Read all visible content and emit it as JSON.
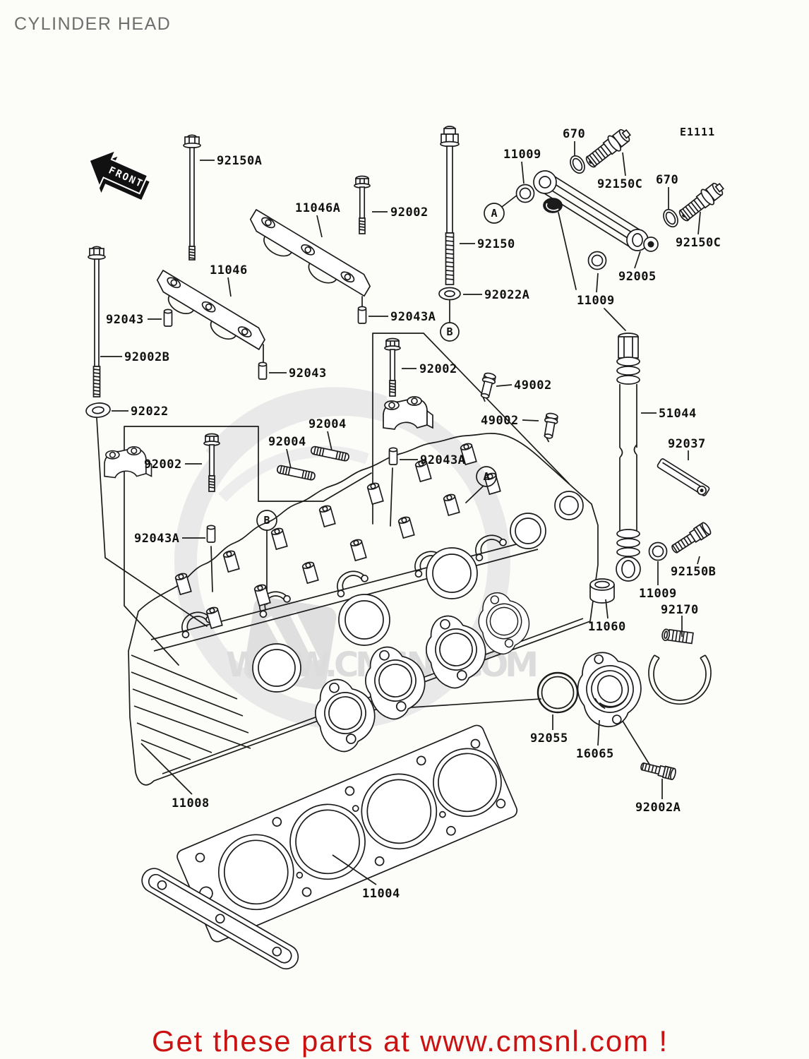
{
  "title": "CYLINDER HEAD",
  "diagram_code": "E1111",
  "front_marker": "FRONT",
  "watermark": {
    "text": "WWW.CMSNL.COM"
  },
  "footer": {
    "text": "Get these parts at www.cmsnl.com !",
    "color": "#cb1212"
  },
  "colors": {
    "background": "#fcfcf9",
    "line": "#1b1b1b",
    "title": "#6e6e6e",
    "watermark": "#dcdcdc",
    "footer_red": "#cb1212"
  },
  "callouts": [
    {
      "letter": "A"
    },
    {
      "letter": "B"
    },
    {
      "letter": "A"
    },
    {
      "letter": "B"
    }
  ],
  "labels": [
    {
      "id": "92150A",
      "text": "92150A"
    },
    {
      "id": "11046A",
      "text": "11046A"
    },
    {
      "id": "92002-a",
      "text": "92002"
    },
    {
      "id": "11009-a",
      "text": "11009"
    },
    {
      "id": "670-a",
      "text": "670"
    },
    {
      "id": "92150C-a",
      "text": "92150C"
    },
    {
      "id": "670-b",
      "text": "670"
    },
    {
      "id": "92150C-b",
      "text": "92150C"
    },
    {
      "id": "92150",
      "text": "92150"
    },
    {
      "id": "92005",
      "text": "92005"
    },
    {
      "id": "92022A",
      "text": "92022A"
    },
    {
      "id": "11009-b",
      "text": "11009"
    },
    {
      "id": "11046",
      "text": "11046"
    },
    {
      "id": "92043-a",
      "text": "92043"
    },
    {
      "id": "92002B",
      "text": "92002B"
    },
    {
      "id": "92043-b",
      "text": "92043"
    },
    {
      "id": "92022",
      "text": "92022"
    },
    {
      "id": "92002-b",
      "text": "92002"
    },
    {
      "id": "49002-a",
      "text": "49002"
    },
    {
      "id": "49002-b",
      "text": "49002"
    },
    {
      "id": "92004-a",
      "text": "92004"
    },
    {
      "id": "92004-b",
      "text": "92004"
    },
    {
      "id": "92043A-a",
      "text": "92043A"
    },
    {
      "id": "92043A-b",
      "text": "92043A"
    },
    {
      "id": "92002-c",
      "text": "92002"
    },
    {
      "id": "92043A-c",
      "text": "92043A"
    },
    {
      "id": "51044",
      "text": "51044"
    },
    {
      "id": "92037",
      "text": "92037"
    },
    {
      "id": "92150B",
      "text": "92150B"
    },
    {
      "id": "11009-c",
      "text": "11009"
    },
    {
      "id": "92170",
      "text": "92170"
    },
    {
      "id": "11060",
      "text": "11060"
    },
    {
      "id": "92055",
      "text": "92055"
    },
    {
      "id": "16065",
      "text": "16065"
    },
    {
      "id": "92002A",
      "text": "92002A"
    },
    {
      "id": "11008",
      "text": "11008"
    },
    {
      "id": "11004",
      "text": "11004"
    }
  ]
}
